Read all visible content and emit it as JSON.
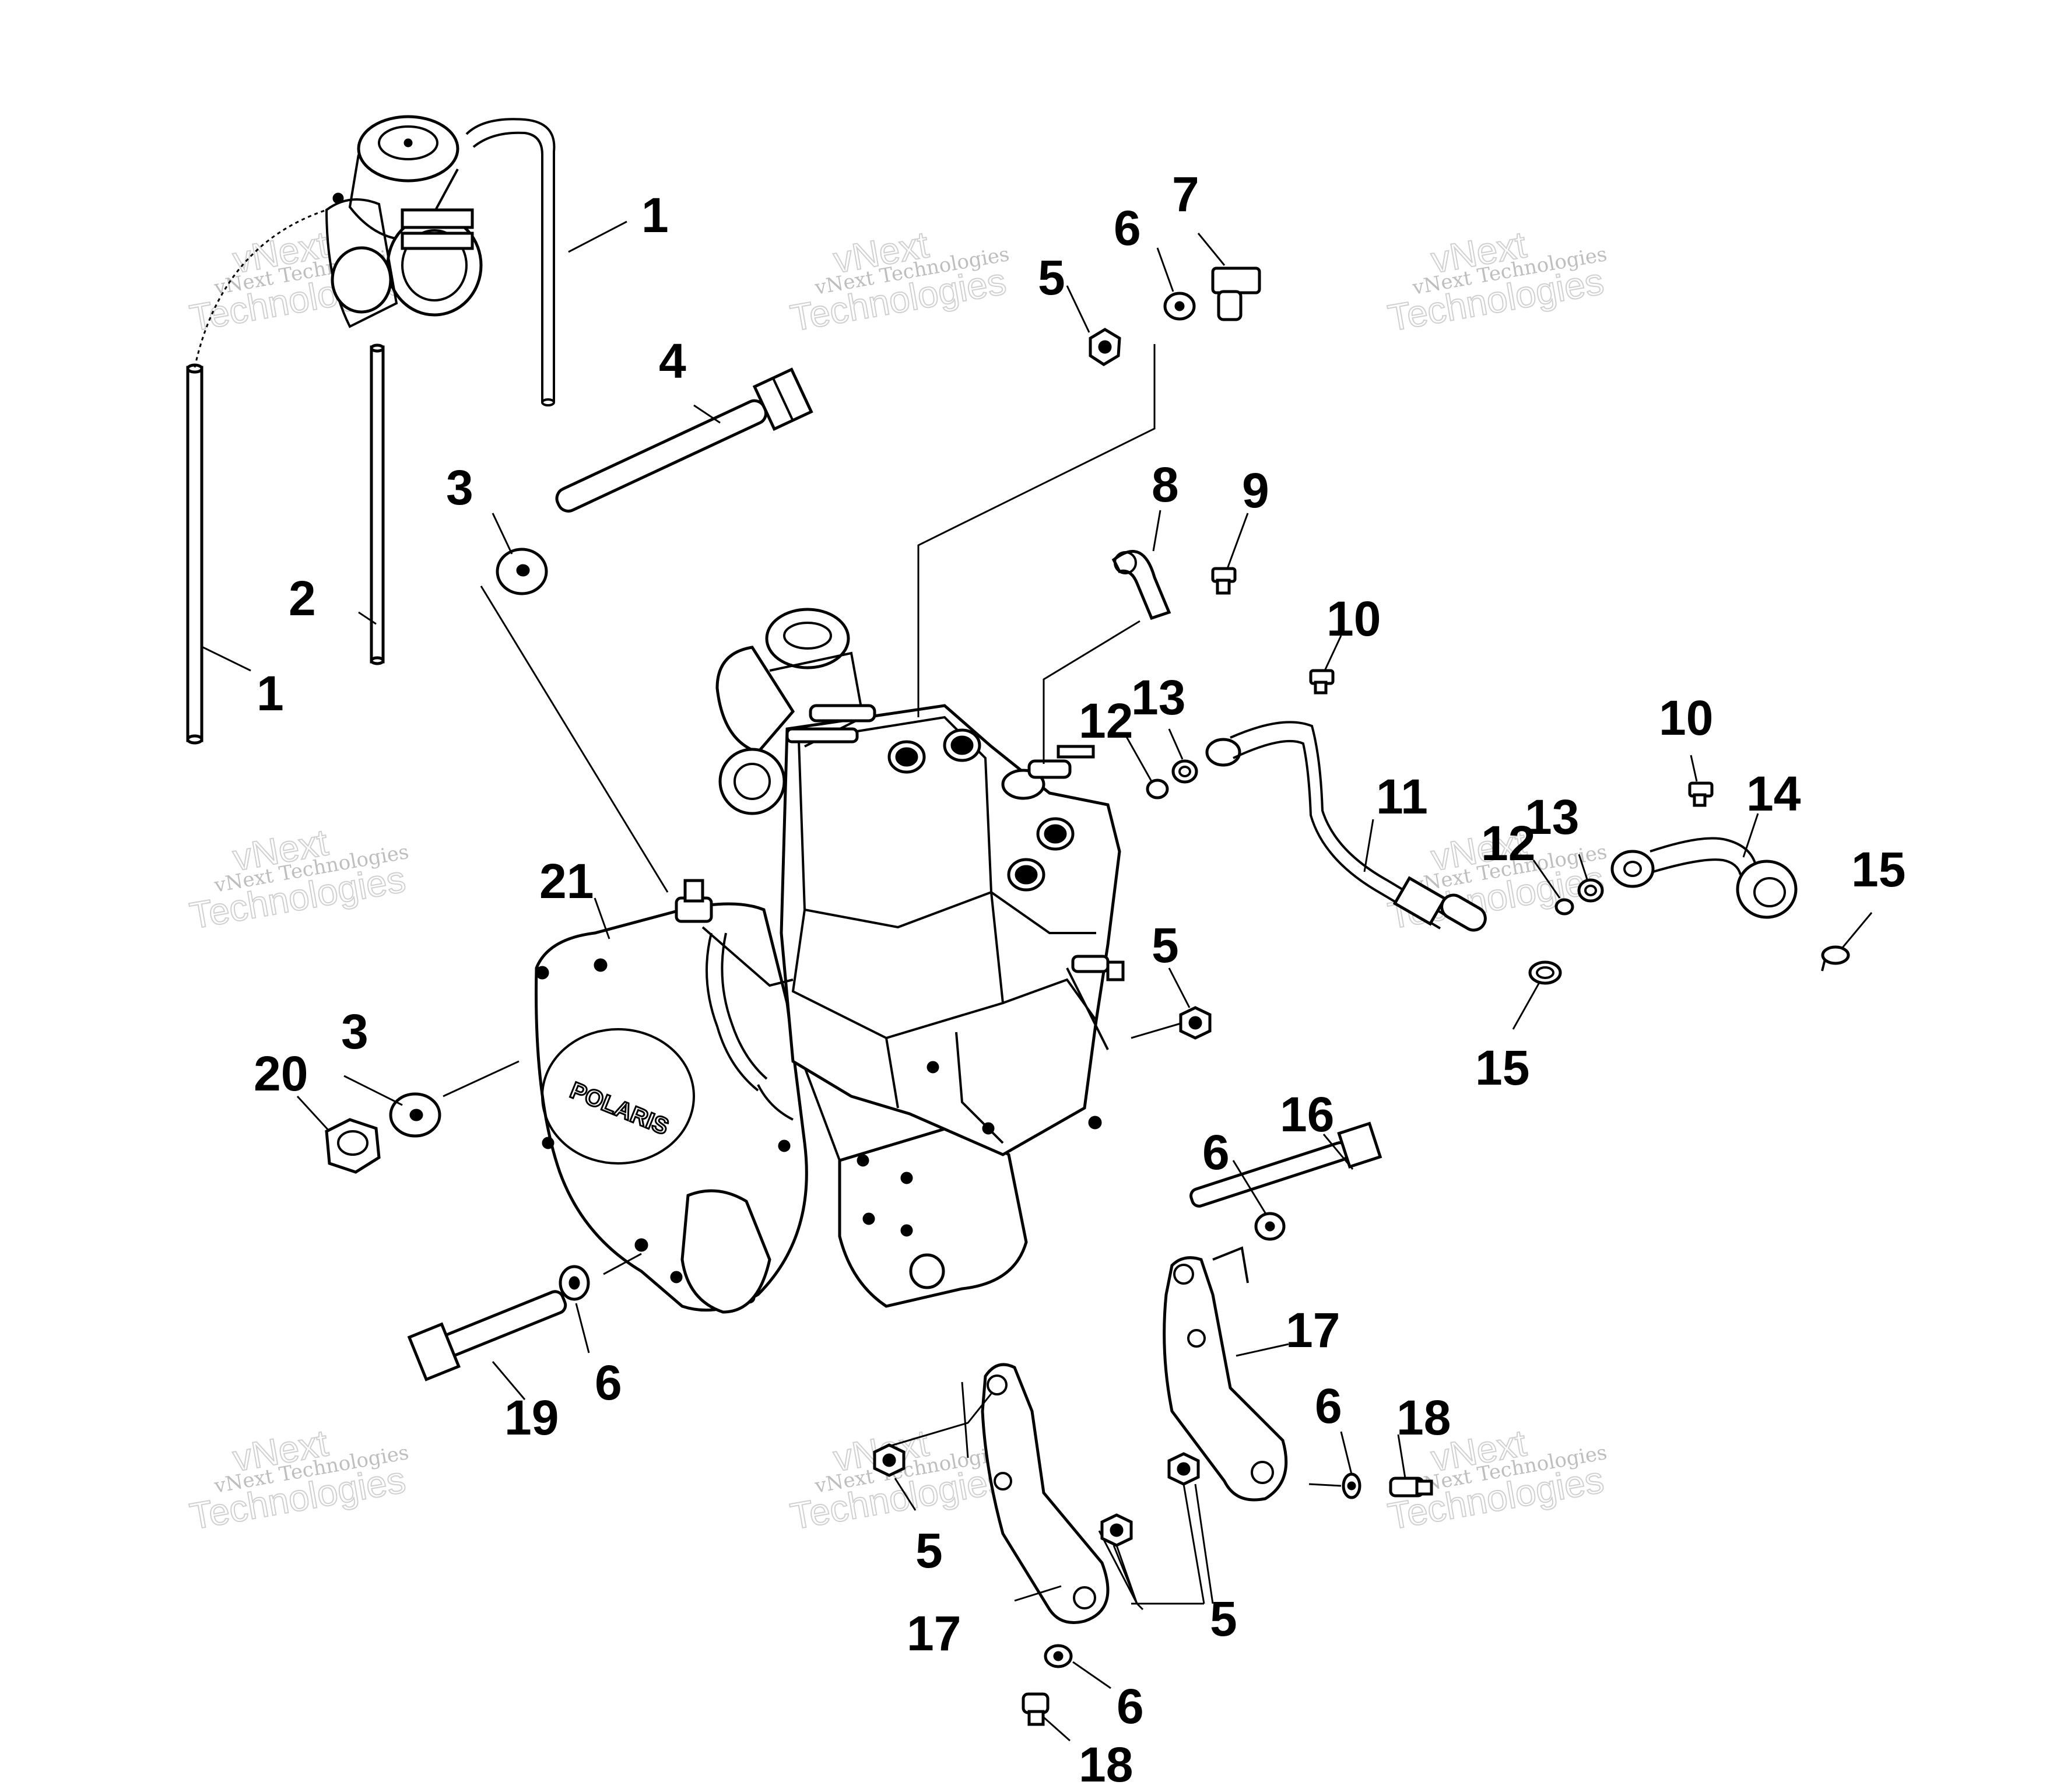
{
  "callouts": [
    "1",
    "2",
    "3",
    "4",
    "5",
    "6",
    "7",
    "8",
    "9",
    "10",
    "11",
    "12",
    "13",
    "14",
    "15",
    "16",
    "17",
    "18",
    "19",
    "20",
    "21"
  ],
  "watermark": {
    "line1": "vNext Technologies",
    "line2": "vNext",
    "line3": "Technologies"
  },
  "engine_logo": "POLARIS"
}
